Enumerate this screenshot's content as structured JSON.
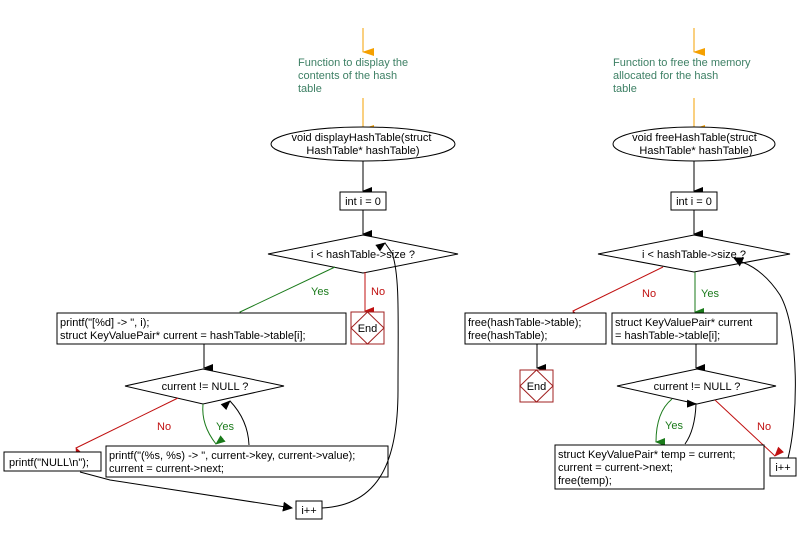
{
  "colors": {
    "comment_text": "#3e8065",
    "entry_arrow": "#f5a000",
    "yes_branch": "#1a7a1a",
    "no_branch": "#c01010",
    "end_box": "#a02020",
    "default_line": "#000000"
  },
  "display": {
    "comment": [
      "Function to display the",
      "contents of the hash",
      "table"
    ],
    "function_signature": [
      "void displayHashTable(struct",
      "HashTable* hashTable)"
    ],
    "init": "int i = 0",
    "loop_condition": "i < hashTable->size ?",
    "loop_yes": "Yes",
    "loop_no": "No",
    "end": "End",
    "loop_body": [
      "printf(\"[%d] -> \", i);",
      "struct KeyValuePair* current = hashTable->table[i];"
    ],
    "inner_condition": "current != NULL ?",
    "inner_yes": "Yes",
    "inner_no": "No",
    "null_print": "printf(\"NULL\\n\");",
    "inner_body": [
      "printf(\"(%s, %s) -> \", current->key, current->value);",
      "current = current->next;"
    ],
    "increment": "i++"
  },
  "free": {
    "comment": [
      "Function to free the memory",
      "allocated for the hash",
      "table"
    ],
    "function_signature": [
      "void freeHashTable(struct",
      "HashTable* hashTable)"
    ],
    "init": "int i = 0",
    "loop_condition": "i < hashTable->size ?",
    "loop_yes": "Yes",
    "loop_no": "No",
    "free_table": [
      "free(hashTable->table);",
      "free(hashTable);"
    ],
    "end": "End",
    "loop_body": [
      "struct KeyValuePair* current",
      "= hashTable->table[i];"
    ],
    "inner_condition": "current != NULL ?",
    "inner_yes": "Yes",
    "inner_no": "No",
    "inner_body": [
      "struct KeyValuePair* temp = current;",
      "current = current->next;",
      "free(temp);"
    ],
    "increment": "i++"
  }
}
